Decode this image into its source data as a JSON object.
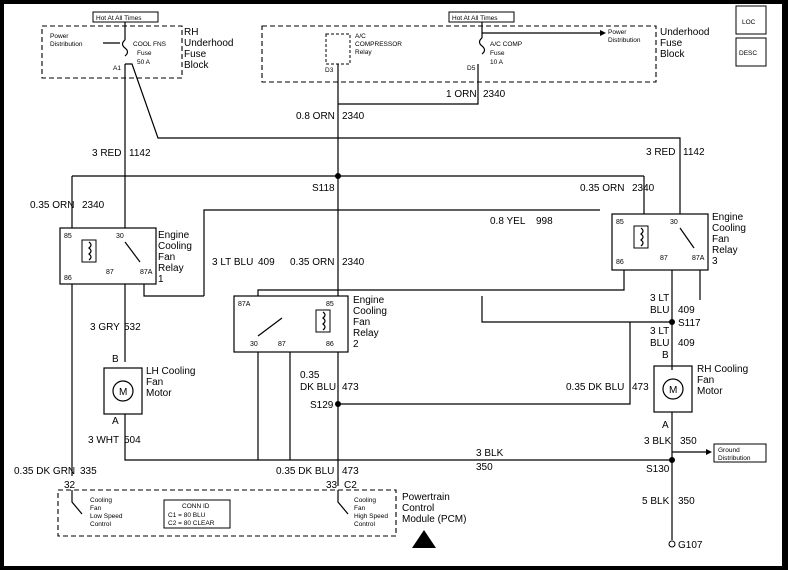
{
  "labels": {
    "hot1": "Hot At All Times",
    "hot2": "Hot At All Times",
    "power_dist_1a": "Power",
    "power_dist_1b": "Distribution",
    "fuse1_a": "COOL FNS",
    "fuse1_b": "Fuse",
    "fuse1_c": "50 A",
    "fuse1_pin": "A1",
    "rh_block_a": "RH",
    "rh_block_b": "Underhood",
    "rh_block_c": "Fuse",
    "rh_block_d": "Block",
    "ac_relay_a": "A/C",
    "ac_relay_b": "COMPRESSOR",
    "ac_relay_c": "Relay",
    "ac_relay_pin": "D3",
    "ac_fuse_a": "A/C COMP",
    "ac_fuse_b": "Fuse",
    "ac_fuse_c": "10 A",
    "ac_fuse_pin": "D5",
    "power_dist_2a": "Power",
    "power_dist_2b": "Distribution",
    "ub_a": "Underhood",
    "ub_b": "Fuse",
    "ub_c": "Block",
    "loc": "LOC",
    "desc": "DESC",
    "w_1orn": "1 ORN",
    "w_2340a": "2340",
    "w_08orn": "0.8 ORN",
    "w_2340b": "2340",
    "w_3red_l": "3 RED",
    "w_1142_l": "1142",
    "w_3red_r": "3 RED",
    "w_1142_r": "1142",
    "s118": "S118",
    "w_035orn_l": "0.35 ORN",
    "w_2340c": "2340",
    "w_035orn_r": "0.35 ORN",
    "w_2340d": "2340",
    "w_08yel": "0.8 YEL",
    "w_998": "998",
    "relay1_a": "Engine",
    "relay1_b": "Cooling",
    "relay1_c": "Fan",
    "relay1_d": "Relay",
    "relay1_num": "1",
    "relay3_a": "Engine",
    "relay3_b": "Cooling",
    "relay3_c": "Fan",
    "relay3_d": "Relay",
    "relay3_num": "3",
    "relay2_a": "Engine",
    "relay2_b": "Cooling",
    "relay2_c": "Fan",
    "relay2_d": "Relay",
    "relay2_num": "2",
    "p85": "85",
    "p30": "30",
    "p86": "86",
    "p87": "87",
    "p87a": "87A",
    "w_3ltblu": "3 LT BLU",
    "w_409a": "409",
    "w_035orn_m": "0.35 ORN",
    "w_2340e": "2340",
    "w_3gry": "3 GRY",
    "w_532": "532",
    "w_3lt_a": "3 LT",
    "w_blu_a": "BLU",
    "w_409b": "409",
    "s117": "S117",
    "w_3lt_b": "3 LT",
    "w_blu_b": "BLU",
    "w_409c": "409",
    "pin_b_l": "B",
    "pin_b_r": "B",
    "pin_a_l": "A",
    "pin_a_r": "A",
    "lh_motor_a": "LH Cooling",
    "lh_motor_b": "Fan",
    "lh_motor_c": "Motor",
    "rh_motor_a": "RH Cooling",
    "rh_motor_b": "Fan",
    "rh_motor_c": "Motor",
    "motor_m": "M",
    "w_035": "0.35",
    "w_dkblu": "DK BLU",
    "w_473a": "473",
    "s129": "S129",
    "w_035dkblu": "0.35 DK BLU",
    "w_473b": "473",
    "w_3wht": "3 WHT",
    "w_504": "504",
    "w_3blk_m": "3 BLK",
    "w_350_m": "350",
    "w_3blk_r": "3 BLK",
    "w_350_r": "350",
    "ground_a": "Ground",
    "ground_b": "Distribution",
    "s130": "S130",
    "w_035dkgrn": "0.35 DK GRN",
    "w_335": "335",
    "w_035dkblu2": "0.35 DK BLU",
    "w_473c": "473",
    "pin_32": "32",
    "pin_33": "33",
    "pin_c2": "C2",
    "w_5blk": "5 BLK",
    "w_350_b": "350",
    "pcm_a": "Powertrain",
    "pcm_b": "Control",
    "pcm_c": "Module (PCM)",
    "low_a": "Cooling",
    "low_b": "Fan",
    "low_c": "Low Speed",
    "low_d": "Control",
    "high_a": "Cooling",
    "high_b": "Fan",
    "high_c": "High Speed",
    "high_d": "Control",
    "conn_id": "CONN ID",
    "conn_c1": "C1 = 80 BLU",
    "conn_c2": "C2 = 80 CLEAR",
    "g107": "G107"
  }
}
